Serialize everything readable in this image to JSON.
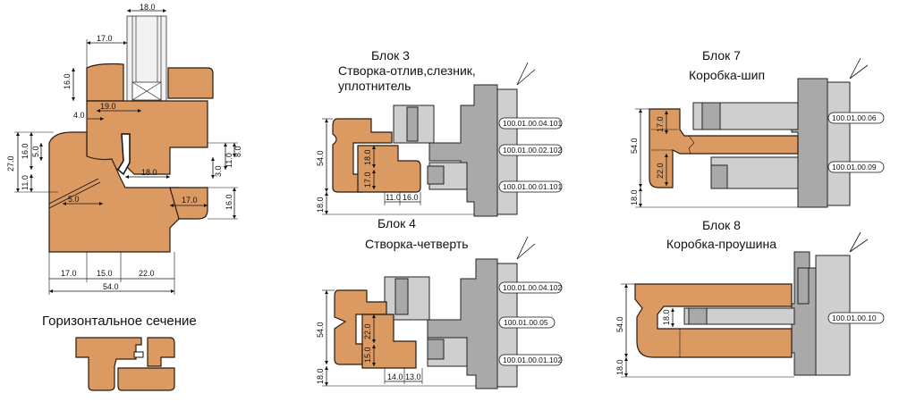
{
  "left_section": {
    "dims": {
      "d18_top": "18.0",
      "d17_top": "17.0",
      "d16_left": "16.0",
      "d4": "4.0",
      "d19": "19.0",
      "d27": "27.0",
      "d16_mid": "16.0",
      "d5_mid": "5.0",
      "d11_left": "11.0",
      "d18_mid": "18.0",
      "d3": "3.0",
      "d11_right": "11.0",
      "d8": "8.0",
      "d5_low": "5.0",
      "d17_low": "17.0",
      "d16_right": "16.0",
      "b17": "17.0",
      "b15": "15.0",
      "b22": "22.0",
      "b54": "54.0"
    },
    "caption": "Горизонтальное сечение"
  },
  "blocks": [
    {
      "name": "Блок 3",
      "subtitle_1": "Створка-отлив,слезник,",
      "subtitle_2": "уплотнитель",
      "codes": [
        "100.01.00.04.101",
        "100.01.00.02.102",
        "100.01.00.01.101"
      ],
      "dims": {
        "h54": "54.0",
        "h18": "18.0",
        "v18": "18.0",
        "v17": "17.0",
        "w11": "11.0",
        "w16": "16.0"
      }
    },
    {
      "name": "Блок 4",
      "subtitle_1": "Створка-четверть",
      "codes": [
        "100.01.00.04.102",
        "100.01.00.05",
        "100.01.00.01.102"
      ],
      "dims": {
        "h54": "54.0",
        "h18": "18.0",
        "v22": "22.0",
        "v15": "15.0",
        "w14": "14.0",
        "w13": "13.0"
      }
    },
    {
      "name": "Блок 7",
      "subtitle_1": "Коробка-шип",
      "codes": [
        "100.01.00.06",
        "100.01.00.09"
      ],
      "dims": {
        "h54": "54.0",
        "h18": "18.0",
        "v17": "17.0",
        "v22": "22.0"
      }
    },
    {
      "name": "Блок 8",
      "subtitle_1": "Коробка-проушина",
      "codes": [
        "100.01.00.10"
      ],
      "dims": {
        "h54": "54.0",
        "h18": "18.0",
        "v18": "18.0"
      }
    }
  ]
}
